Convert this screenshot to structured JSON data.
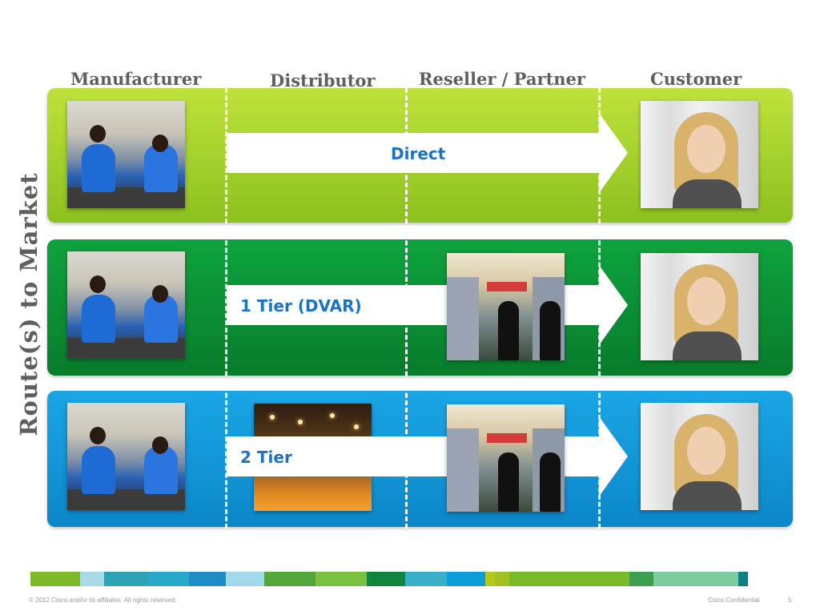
{
  "columns": {
    "manufacturer": "Manufacturer",
    "distributor": "Distributor",
    "reseller": "Reseller / Partner",
    "customer": "Customer"
  },
  "side_title": "Route(s) to Market",
  "rows": [
    {
      "label": "Direct",
      "color": "#9ccf2a"
    },
    {
      "label": "1 Tier (DVAR)",
      "color": "#0b8f35"
    },
    {
      "label": "2 Tier",
      "color": "#1098d9"
    }
  ],
  "arrow_label_color": "#1a73c6",
  "photos": {
    "manufacturer": "factory-workers-photo",
    "distributor": "warehouse-photo",
    "reseller": "retail-store-photo",
    "customer": "customer-on-phone-photo"
  },
  "footer": {
    "copyright": "© 2012 Cisco and/or its affiliates. All rights reserved.",
    "confidential": "Cisco Confidential",
    "page_number": "5",
    "stripe_colors": [
      "#7dba28",
      "#a9dbe6",
      "#2ea3b8",
      "#28a9c9",
      "#1d8cc7",
      "#a3d9ec",
      "#52a63a",
      "#7cc242",
      "#11853d",
      "#39b0c8",
      "#0c9ed8",
      "#b6c91b",
      "#a2c11c",
      "#7ab928",
      "#3c9f4f",
      "#7dcca0",
      "#0f7f82"
    ]
  }
}
